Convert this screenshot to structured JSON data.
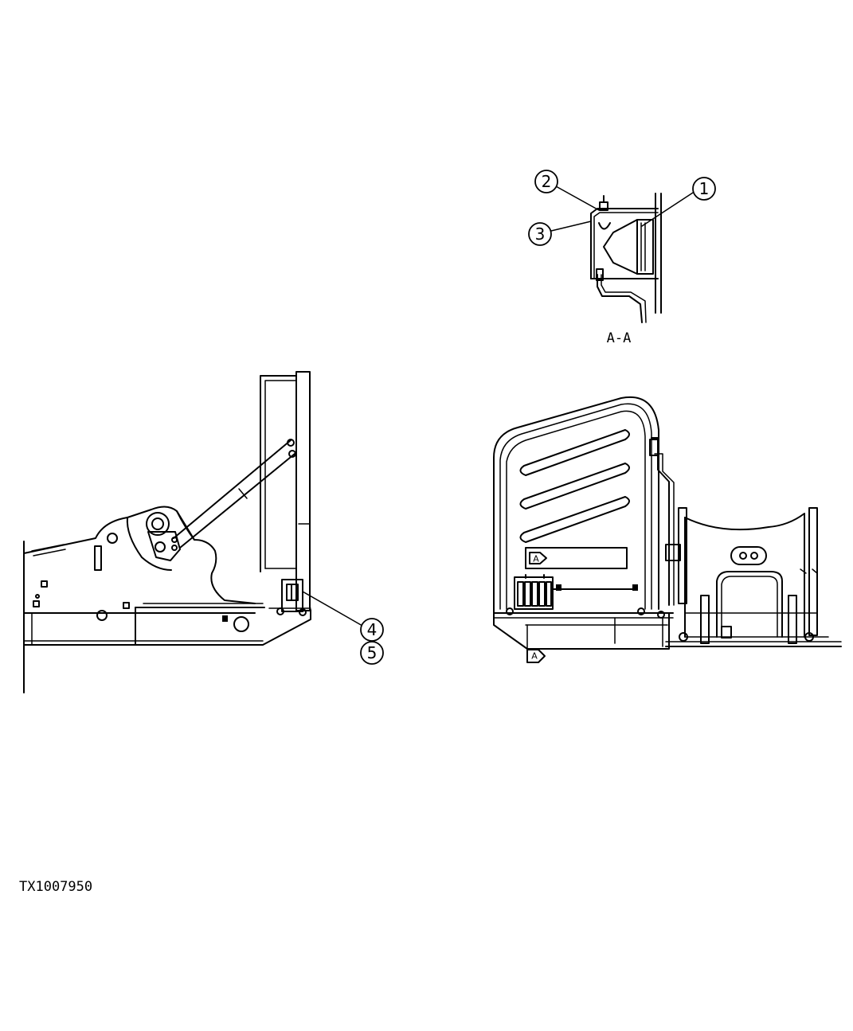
{
  "drawing": {
    "id_label": "TX1007950",
    "section_label": "A-A",
    "section_marker": "A"
  },
  "callouts": [
    {
      "number": "1"
    },
    {
      "number": "2"
    },
    {
      "number": "3"
    },
    {
      "number": "4"
    },
    {
      "number": "5"
    }
  ]
}
